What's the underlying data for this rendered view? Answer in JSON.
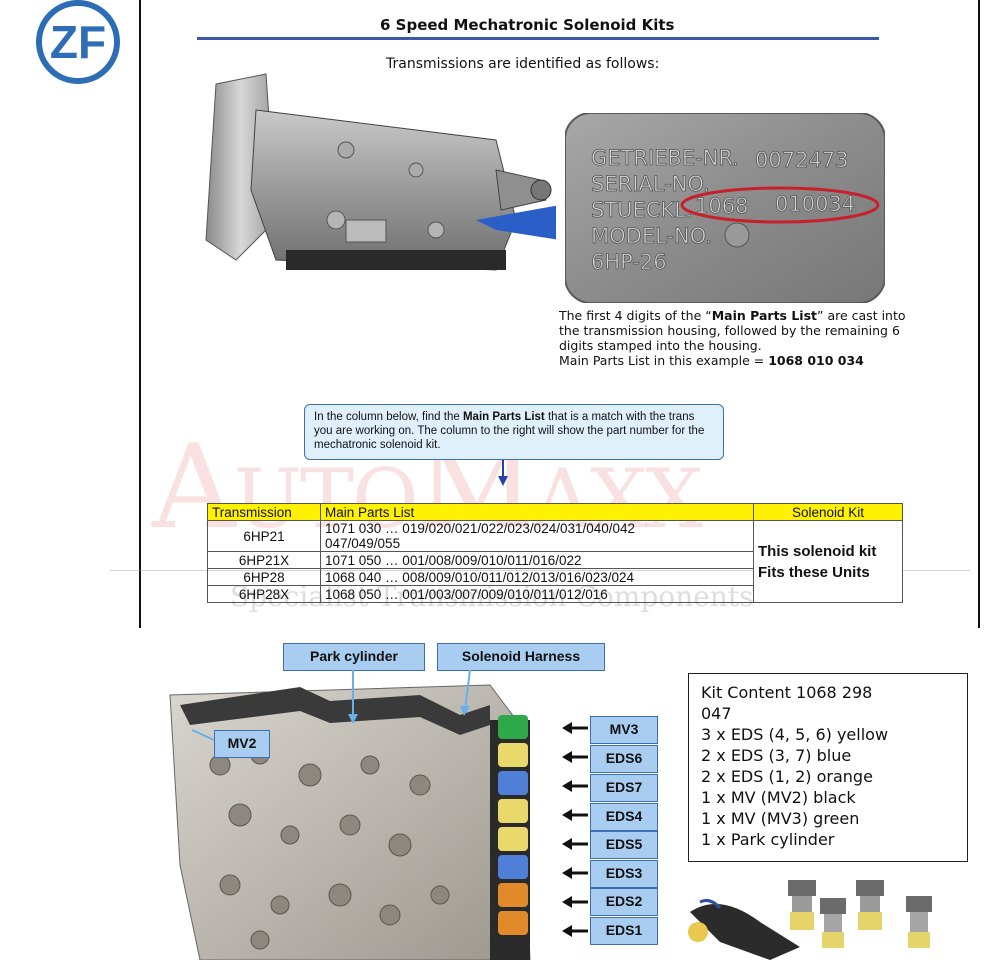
{
  "logo": {
    "text": "ZF",
    "color": "#2d6db5"
  },
  "header": {
    "title": "6 Speed Mechatronic Solenoid Kits",
    "subtitle": "Transmissions are identified as follows:"
  },
  "plate": {
    "lines": [
      "GETRIEBE-NR.",
      "SERIAL-NO.",
      "STUECKL.",
      "MODEL-NO.",
      "6HP-26"
    ],
    "getriebe_value": "0072473",
    "stueck_prefix": "1068",
    "stueck_value": "010034"
  },
  "caption": {
    "part1": "The first 4 digits of the “",
    "bold1": "Main Parts List",
    "part2": "” are cast into the transmission housing, followed by the remaining 6 digits stamped into the housing.",
    "part3": "Main Parts List in this example = ",
    "bold2": "1068 010 034"
  },
  "callout": {
    "part1": "In the column below, find the ",
    "bold": "Main Parts List",
    "part2": " that is a match with the trans you are working on. The column to the right will show the part number for the mechatronic solenoid kit."
  },
  "watermark": {
    "main": "AutoMaxx",
    "sub": "Specialist Transmission Components"
  },
  "table": {
    "headers": [
      "Transmission",
      "Main Parts List",
      "Solenoid Kit"
    ],
    "rows": [
      {
        "trans": "6HP21",
        "parts": "1071 030 … 019/020/021/022/023/024/031/040/042",
        "parts2": "047/049/055"
      },
      {
        "trans": "6HP21X",
        "parts": "1071 050 … 001/008/009/010/011/016/022"
      },
      {
        "trans": "6HP28",
        "parts": "1068 040 … 008/009/010/011/012/013/016/023/024"
      },
      {
        "trans": "6HP28X",
        "parts": "1068 050 … 001/003/007/009/010/011/012/016"
      }
    ],
    "kit_note_line1": "This solenoid kit",
    "kit_note_line2": "Fits these Units"
  },
  "labels": {
    "park_cylinder": "Park cylinder",
    "solenoid_harness": "Solenoid Harness",
    "mv2": "MV2",
    "mv3": "MV3",
    "eds6": "EDS6",
    "eds7": "EDS7",
    "eds4": "EDS4",
    "eds5": "EDS5",
    "eds3": "EDS3",
    "eds2": "EDS2",
    "eds1": "EDS1"
  },
  "kit_content": {
    "title_line1": "Kit Content 1068 298",
    "title_line2": "047",
    "items": [
      "3 x EDS (4, 5, 6) yellow",
      "2 x EDS (3, 7) blue",
      "2 x EDS (1, 2) orange",
      "1 x MV (MV2) black",
      "1 x MV (MV3) green",
      "1 x Park cylinder"
    ]
  },
  "colors": {
    "accent_blue": "#3b57a8",
    "label_fill": "#a9cdf0",
    "table_header": "#fff200",
    "ellipse_red": "#c8202a"
  }
}
